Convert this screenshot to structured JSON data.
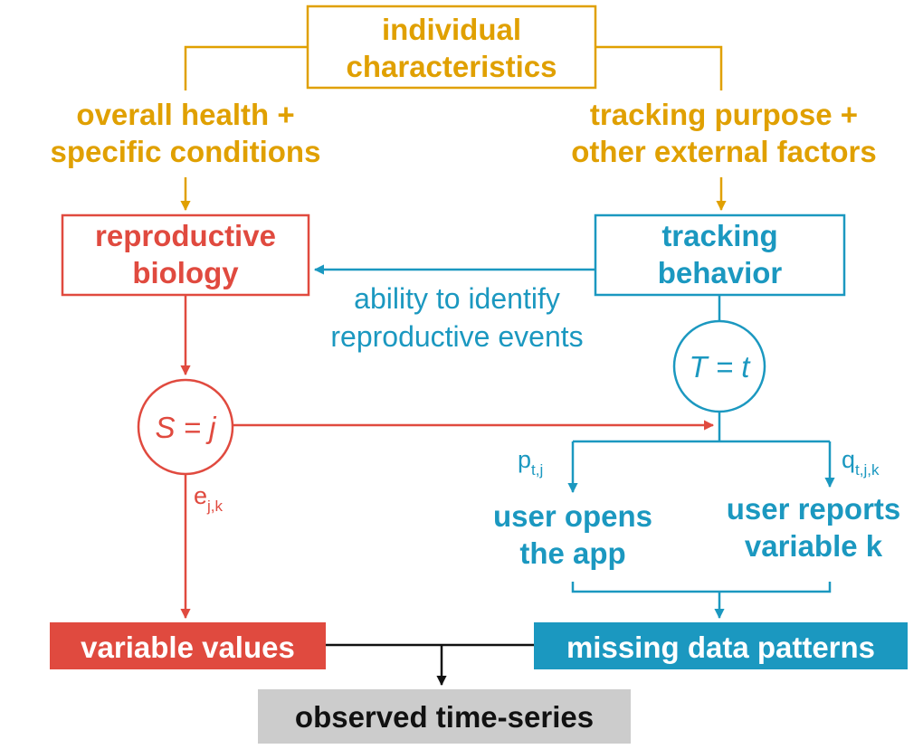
{
  "colors": {
    "gold": "#e0a000",
    "red": "#e04a3f",
    "blue": "#1b98c0",
    "gray": "#cccccc",
    "black": "#111111"
  },
  "nodes": {
    "individual": {
      "line1": "individual",
      "line2": "characteristics"
    },
    "health": {
      "line1": "overall health +",
      "line2": "specific conditions"
    },
    "purpose": {
      "line1": "tracking purpose +",
      "line2": "other external factors"
    },
    "biology": {
      "line1": "reproductive",
      "line2": "biology"
    },
    "behavior": {
      "line1": "tracking",
      "line2": "behavior"
    },
    "ability": {
      "line1": "ability to identify",
      "line2": "reproductive events"
    },
    "s_circle": "S = j",
    "t_circle": "T = t",
    "opens": {
      "line1": "user opens",
      "line2": "the app"
    },
    "reports": {
      "line1": "user reports",
      "line2": "variable k"
    },
    "variable_values": "variable values",
    "missing_patterns": "missing data patterns",
    "observed": "observed time-series"
  },
  "edges": {
    "e_label": {
      "base": "e",
      "sub": "j,k"
    },
    "p_label": {
      "base": "p",
      "sub": "t,j"
    },
    "q_label": {
      "base": "q",
      "sub": "t,j,k"
    }
  }
}
